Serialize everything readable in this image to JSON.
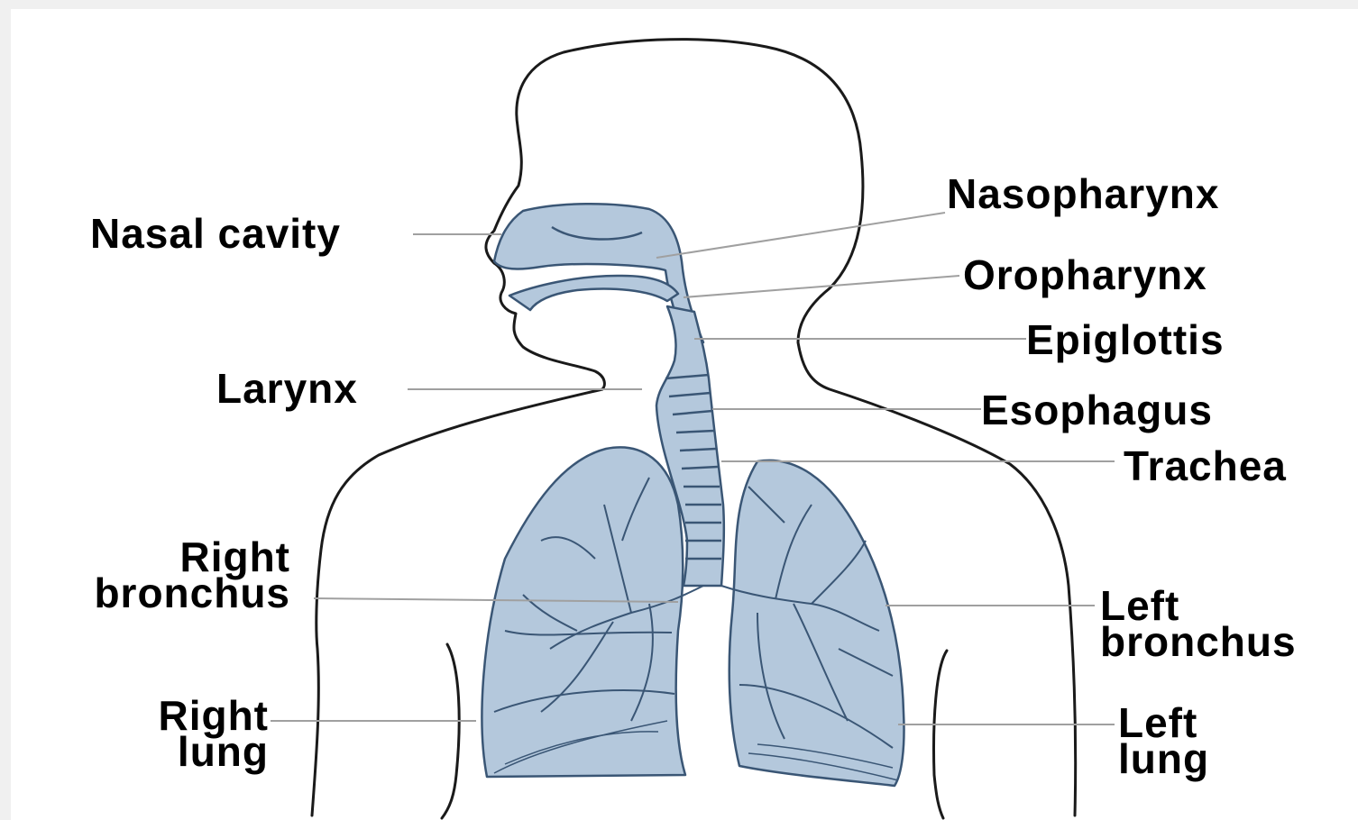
{
  "colors": {
    "background": "#ffffff",
    "page": "#f0f0f0",
    "outline": "#1a1a1a",
    "organ_fill": "#b4c8dc",
    "organ_line": "#3a5675",
    "leader_line": "#a0a0a0",
    "text": "#000000"
  },
  "labels": {
    "nasal_cavity": "Nasal cavity",
    "larynx": "Larynx",
    "right_bronchus": "Right\nbronchus",
    "right_lung": "Right\nlung",
    "nasopharynx": "Nasopharynx",
    "oropharynx": "Oropharynx",
    "epiglottis": "Epiglottis",
    "esophagus": "Esophagus",
    "trachea": "Trachea",
    "left_bronchus": "Left\nbronchus",
    "left_lung": "Left\nlung"
  }
}
